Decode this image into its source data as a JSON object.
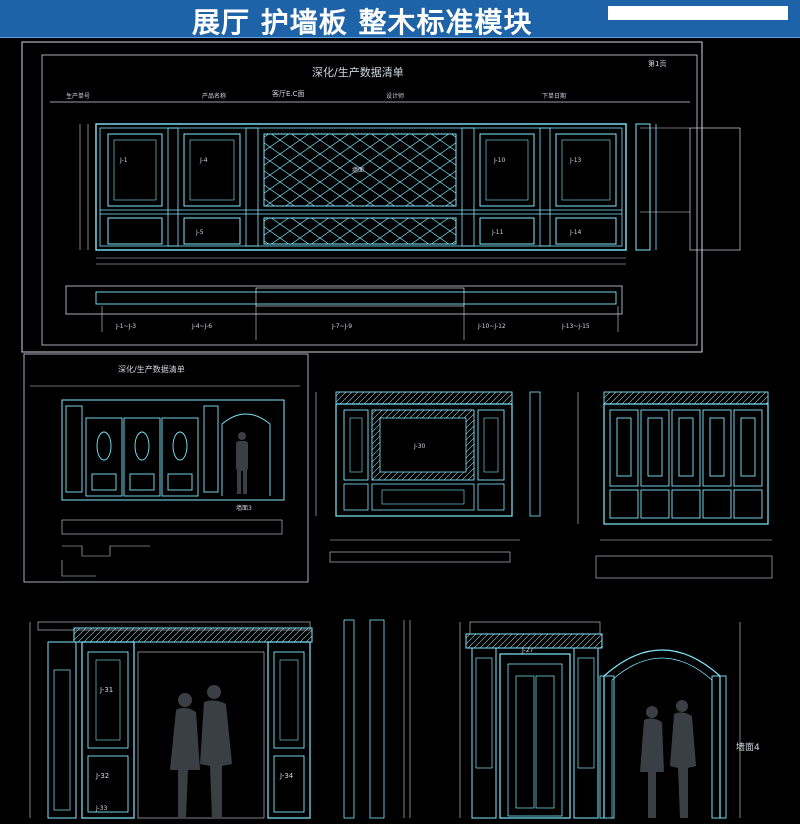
{
  "banner": {
    "title": "展厅  护墙板  整木标准模块"
  },
  "sheet_top": {
    "title": "深化/生产数据清单",
    "page_no": "第1页",
    "fields": [
      "生产单号",
      "产品名称",
      "客厅E.C面",
      "设计师",
      "下单日期"
    ],
    "panels": [
      "J-1",
      "J-4",
      "J-10",
      "J-13",
      "J-5",
      "J-11",
      "J-14"
    ],
    "center_label": "墙面",
    "section_labels": [
      "J-1~J-3",
      "J-4~J-6",
      "J-7~J-9",
      "J-10~J-12",
      "J-13~J-15"
    ]
  },
  "sheet_mid_left": {
    "title": "深化/生产数据清单",
    "caption": "墙面3"
  },
  "mid_center": {
    "panel_label": "J-30"
  },
  "bottom_left": {
    "labels": [
      "J-31",
      "J-32",
      "J-34",
      "J-33"
    ]
  },
  "bottom_right": {
    "labels": [
      "J-27"
    ],
    "caption": "墙面4"
  },
  "colors": {
    "banner": "#1e63a8",
    "linework": "#7fe8ff",
    "dimension": "#d8dde6",
    "background": "#000000"
  }
}
